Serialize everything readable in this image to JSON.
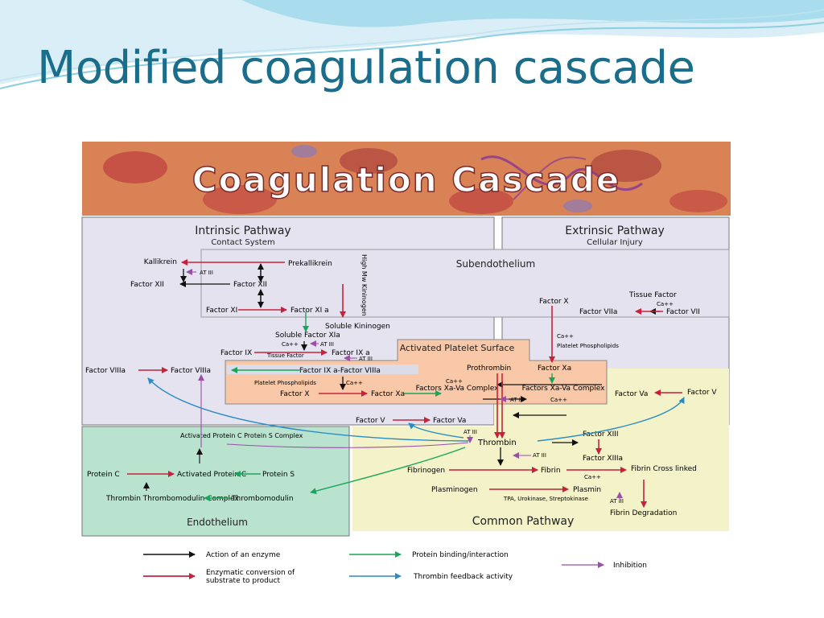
{
  "slide": {
    "title": "Modified coagulation cascade"
  },
  "banner": {
    "title": "Coagulation Cascade"
  },
  "panels": {
    "intrinsic": {
      "title": "Intrinsic Pathway",
      "subtitle": "Contact System"
    },
    "extrinsic": {
      "title": "Extrinsic Pathway",
      "subtitle": "Cellular Injury"
    },
    "subendothelium": "Subendothelium",
    "platelet": "Activated Platelet Surface",
    "endothelium": "Endothelium",
    "common": "Common Pathway"
  },
  "labels": {
    "kallikrein": "Kallikrein",
    "prekallikrein": "Prekallikrein",
    "hmwk": "High Mw Kininogen",
    "at3_1": "AT III",
    "factor_xii_a": "Factor XII",
    "factor_xii_b": "Factor XII",
    "factor_xi": "Factor XI",
    "factor_xia": "Factor XI a",
    "soluble_kininogen": "Soluble Kininogen",
    "soluble_factor_xia": "Soluble Factor XIa",
    "ca_1": "Ca++",
    "at3_2": "AT III",
    "factor_ix": "Factor IX",
    "tissue_factor_1": "Tissue Factor",
    "factor_ixa": "Factor IX a",
    "at3_3": "AT III",
    "factor_viiia_left": "Factor VIIIa",
    "factor_viiia": "Factor VIIIa",
    "ixa_viiia": "Factor IX a-Factor VIIIa",
    "platelet_phospholipids_1": "Platelet Phospholipids",
    "ca_2": "Ca++",
    "factor_x_1": "Factor X",
    "factor_xa_1": "Factor Xa",
    "prothrombin": "Prothrombin",
    "ca_3": "Ca++",
    "complex_1": "Factors Xa-Va Complex",
    "at3_4": "AT III",
    "factor_xa_2": "Factor Xa",
    "complex_2": "Factors Xa-Va Complex",
    "ca_4": "Ca++",
    "factor_va_r": "Factor Va",
    "factor_v_r": "Factor V",
    "factor_x_2": "Factor X",
    "tissue_factor_2": "Tissue Factor",
    "ca_5": "Ca++",
    "factor_viia": "Factor VIIa",
    "factor_vii": "Factor VII",
    "ca_6": "Ca++",
    "platelet_phospholipids_2": "Platelet Phospholipids",
    "factor_v": "Factor V",
    "factor_va": "Factor Va",
    "at3_5": "AT III",
    "thrombin": "Thrombin",
    "at3_6": "AT III",
    "factor_xiii": "Factor XIII",
    "factor_xiiia": "Factor XIIIa",
    "fibrinogen": "Fibrinogen",
    "fibrin": "Fibrin",
    "ca_7": "Ca++",
    "fibrin_cross": "Fibrin Cross linked",
    "plasminogen": "Plasminogen",
    "plasmin": "Plasmin",
    "tpa": "TPA, Urokinase, Streptokinase",
    "at3_7": "AT III",
    "fibrin_deg": "Fibrin Degradation",
    "apcs_complex": "Activated Protein C Protein S Complex",
    "protein_c": "Protein C",
    "apc": "Activated Protein C",
    "protein_s": "Protein S",
    "thrombin_tm": "Thrombin Thrombomodulin Complex",
    "thrombomodulin": "Thrombomodulin"
  },
  "legend": {
    "enzyme": "Action of an enzyme",
    "binding": "Protein binding/interaction",
    "inhibition": "Inhibition",
    "conversion": "Enzymatic conversion of substrate to product",
    "feedback": "Thrombin feedback activity"
  },
  "colors": {
    "title": "#1a6e8c",
    "enzyme": "#111111",
    "conversion": "#c8223a",
    "binding": "#1aa65a",
    "inhibition": "#9b4fa8",
    "feedback": "#2a8cc4",
    "intrinsic_bg": "#e6e3f1",
    "endothelium_bg": "#b9e2cf",
    "common_bg": "#f3f2c8",
    "platelet_bg": "#f8c8a8"
  }
}
